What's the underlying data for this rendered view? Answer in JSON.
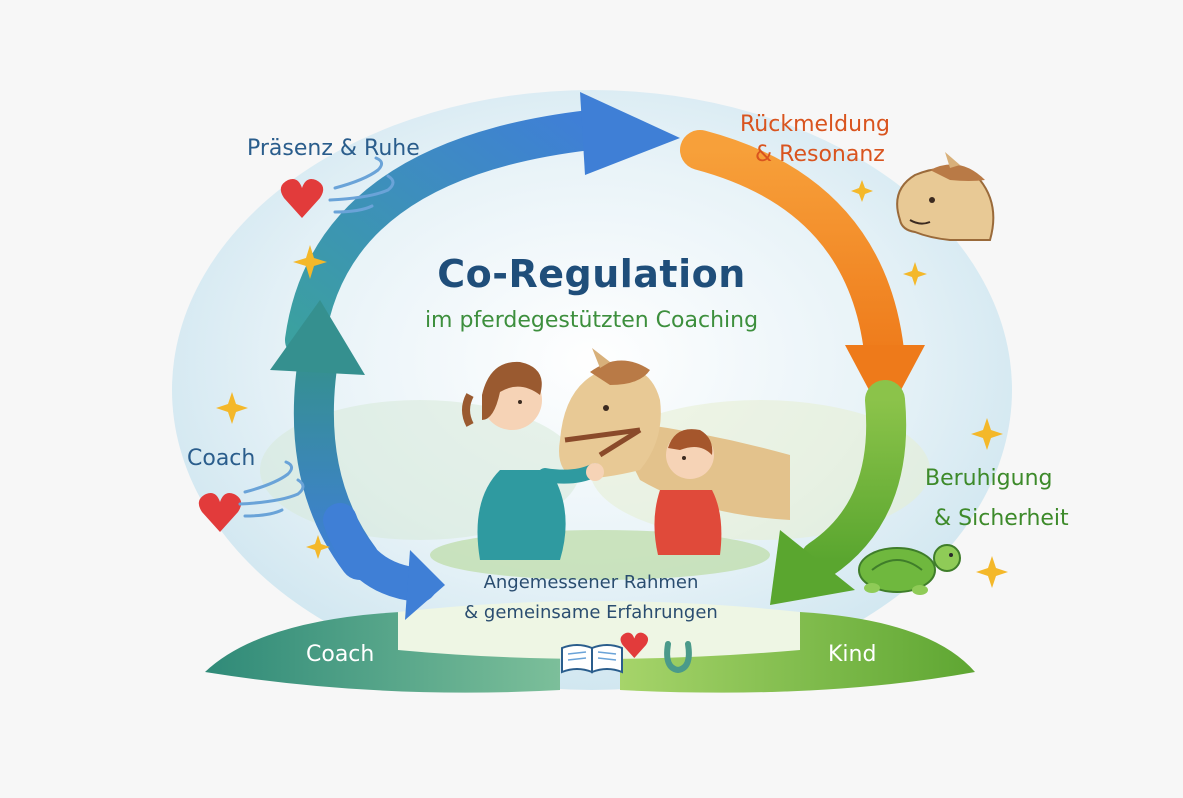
{
  "title": "Co-Regulation",
  "subtitle": "im pferdegestützten Coaching",
  "labels": {
    "praesenz": "Präsenz & Ruhe",
    "rueckmeldung_line1": "Rückmeldung",
    "rueckmeldung_line2": "& Resonanz",
    "coach_side": "Coach",
    "beruhigung_line1": "Beruhigung",
    "beruhigung_line2": "& Sicherheit",
    "rahmen_line1": "Angemessener Rahmen",
    "rahmen_line2": "& gemeinsame Erfahrungen",
    "coach_ground": "Coach",
    "kind_ground": "Kind"
  },
  "colors": {
    "arrow_blue": "#3f7fd0",
    "arrow_orange": "#f08a24",
    "arrow_green": "#6db33a",
    "arrow_teal": "#3a9a9a",
    "title": "#1f4e7a",
    "subtitle": "#3d8f3d",
    "ground_left": "#3f9a86",
    "ground_right": "#7bbf3f"
  },
  "icons": [
    "heart-icon",
    "wind-icon",
    "sparkle-icon",
    "horse-head-icon",
    "turtle-icon",
    "book-icon",
    "horseshoe-icon"
  ]
}
